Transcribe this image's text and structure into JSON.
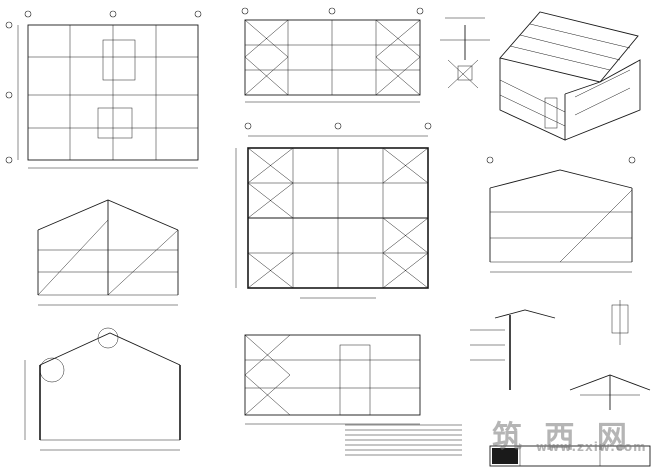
{
  "drawing": {
    "views": [
      {
        "id": "plan-base"
      },
      {
        "id": "plan-roof"
      },
      {
        "id": "plan-floor"
      },
      {
        "id": "elev-left-top"
      },
      {
        "id": "elev-left-bottom"
      },
      {
        "id": "elev-front"
      },
      {
        "id": "elev-right"
      },
      {
        "id": "isometric"
      },
      {
        "id": "detail-node"
      },
      {
        "id": "detail-section"
      },
      {
        "id": "detail-apex"
      }
    ],
    "colors": {
      "line": "#1a1a1a",
      "paper": "#ffffff",
      "watermark": "#8c8c8c"
    }
  },
  "watermark": {
    "logo": "筑 西 网",
    "url": "www.zxiw.com"
  }
}
